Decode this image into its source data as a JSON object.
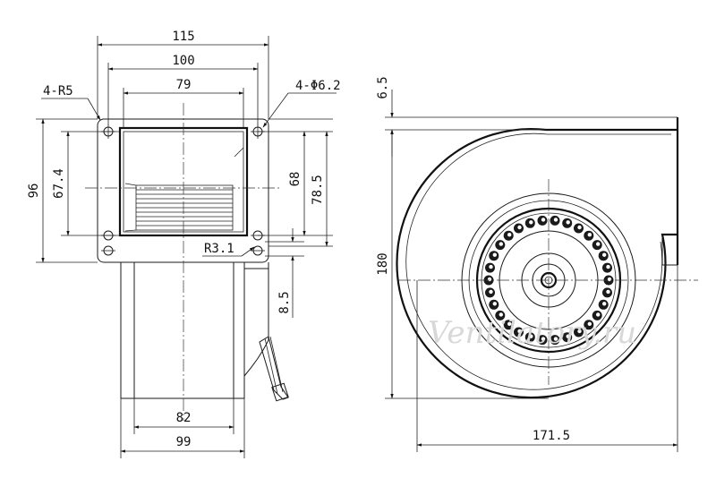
{
  "dimensions": {
    "width_115": "115",
    "width_100": "100",
    "width_79": "79",
    "corner_radius": "4-R5",
    "holes": "4-Φ6.2",
    "height_96": "96",
    "height_67_4": "67.4",
    "height_68": "68",
    "height_78_5": "78.5",
    "radius_3_1": "R3.1",
    "offset_8_5": "8.5",
    "width_82": "82",
    "width_99": "99",
    "offset_6_5": "6.5",
    "height_180": "180",
    "width_171_5": "171.5"
  },
  "watermark": "Ventilatory.ru"
}
